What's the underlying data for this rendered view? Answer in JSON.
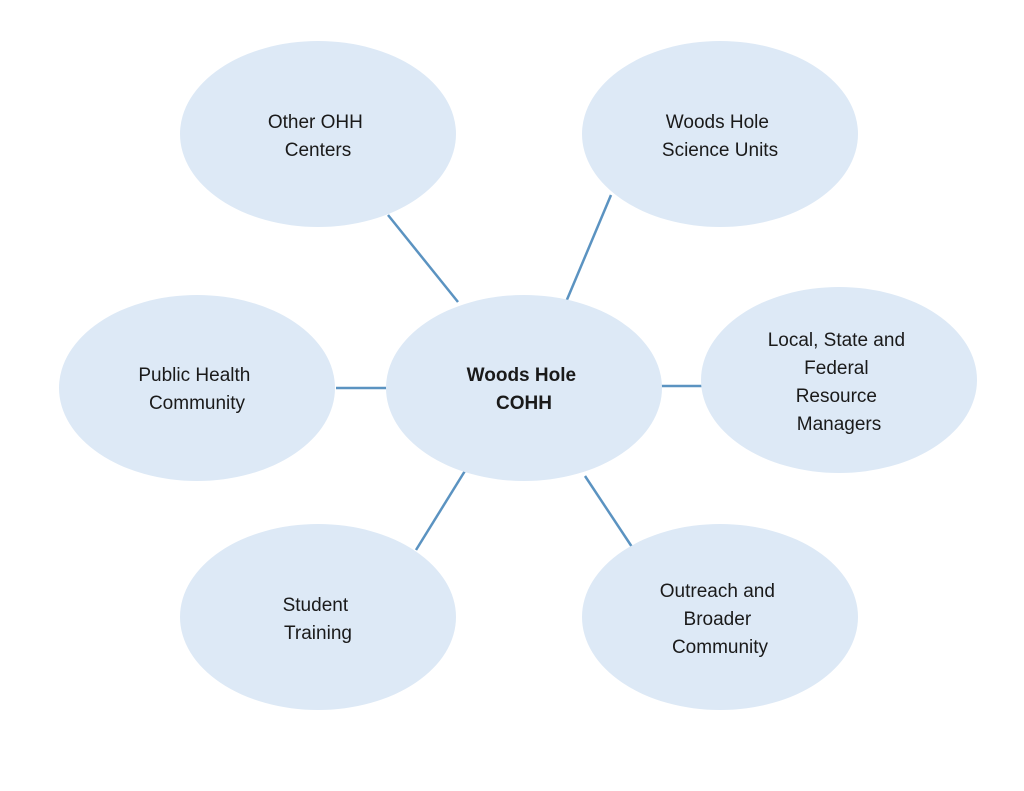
{
  "diagram": {
    "center": {
      "lines": [
        "Woods Hole",
        "COHH"
      ]
    },
    "nodes": [
      {
        "id": "other-ohh-centers",
        "lines": [
          "Other OHH",
          "Centers"
        ]
      },
      {
        "id": "woods-hole-science-units",
        "lines": [
          "Woods Hole",
          "Science Units"
        ]
      },
      {
        "id": "public-health-community",
        "lines": [
          "Public Health",
          "Community"
        ]
      },
      {
        "id": "resource-managers",
        "lines": [
          "Local, State and",
          "Federal",
          "Resource",
          "Managers"
        ]
      },
      {
        "id": "student-training",
        "lines": [
          "Student",
          "Training"
        ]
      },
      {
        "id": "outreach-community",
        "lines": [
          "Outreach and",
          "Broader",
          "Community"
        ]
      }
    ],
    "colors": {
      "node_fill": "#dde9f6",
      "connector": "#5b93c1",
      "text": "#1a1a1a"
    }
  }
}
